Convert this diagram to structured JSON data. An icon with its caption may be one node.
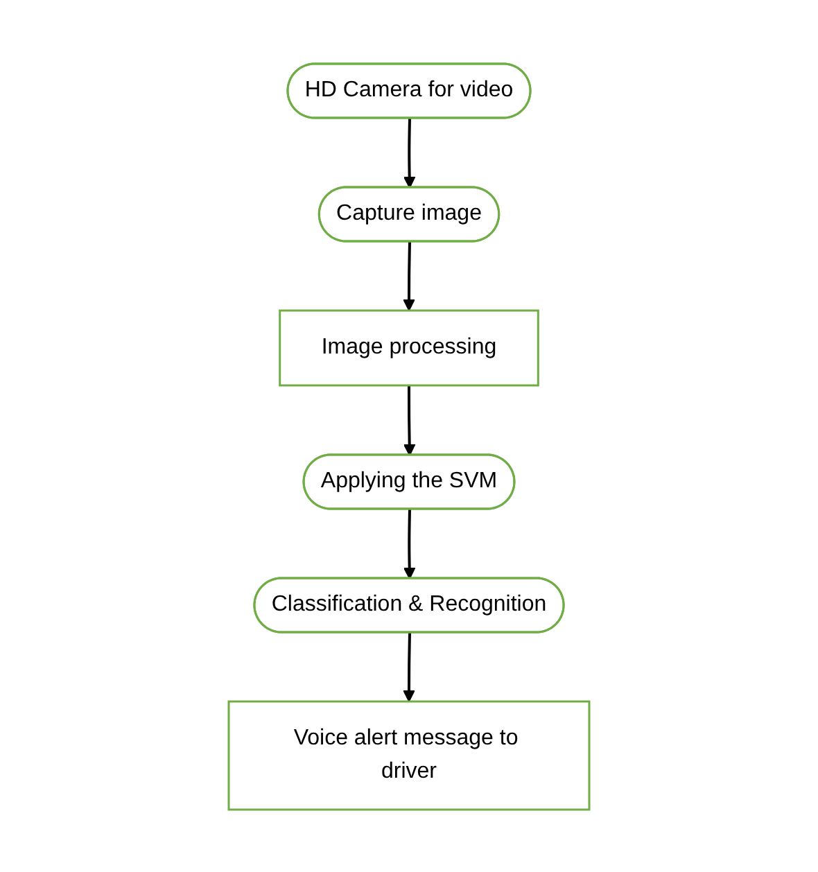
{
  "diagram": {
    "nodes": [
      {
        "text": [
          "HD Camera for video"
        ]
      },
      {
        "text": [
          "Capture image"
        ]
      },
      {
        "text": [
          "Image processing"
        ]
      },
      {
        "text": [
          "Applying the SVM"
        ]
      },
      {
        "text": [
          "Classification & Recognition"
        ]
      },
      {
        "text": [
          "Voice alert message to driver"
        ]
      }
    ],
    "edges": [
      {
        "from": 0,
        "to": 1,
        "arrow": "to"
      },
      {
        "from": 1,
        "to": 2,
        "arrow": "to"
      },
      {
        "from": 2,
        "to": 3,
        "arrow": "to"
      },
      {
        "from": 3,
        "to": 4,
        "arrow": "to"
      },
      {
        "from": 4,
        "to": 5,
        "arrow": "to"
      }
    ]
  }
}
